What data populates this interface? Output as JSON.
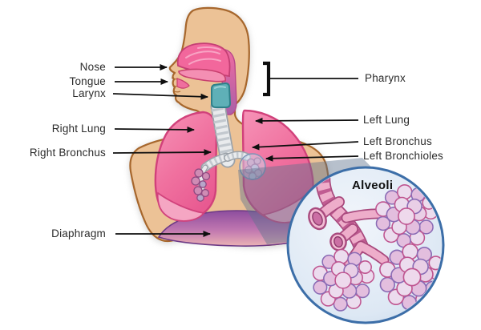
{
  "labels": {
    "nose": "Nose",
    "tongue": "Tongue",
    "larynx": "Larynx",
    "right_lung": "Right Lung",
    "right_bronchus": "Right Bronchus",
    "diaphragm": "Diaphragm",
    "pharynx": "Pharynx",
    "left_lung": "Left Lung",
    "left_bronchus": "Left Bronchus",
    "left_bronchioles": "Left Bronchioles",
    "alveoli": "Alveoli"
  },
  "colors": {
    "skin": "#ecc296",
    "skin_outline": "#a7672d",
    "cavity_pink": "#f2679c",
    "lung_pink": "#f07ba6",
    "lung_outline": "#d1417b",
    "lung_lower_lobe": "#f6aac6",
    "larynx_teal": "#5fb0b7",
    "trachea_gray": "#e9ebed",
    "diaphragm_purple": "#8d4d9e",
    "magnifier_overlay": "#60738f",
    "inset_fill": "#dce7f4",
    "inset_border": "#3c6ea8",
    "alveoli_pink": "#eeadca",
    "label_text": "#2b2b2b",
    "arrow_black": "#0f0f0f"
  }
}
